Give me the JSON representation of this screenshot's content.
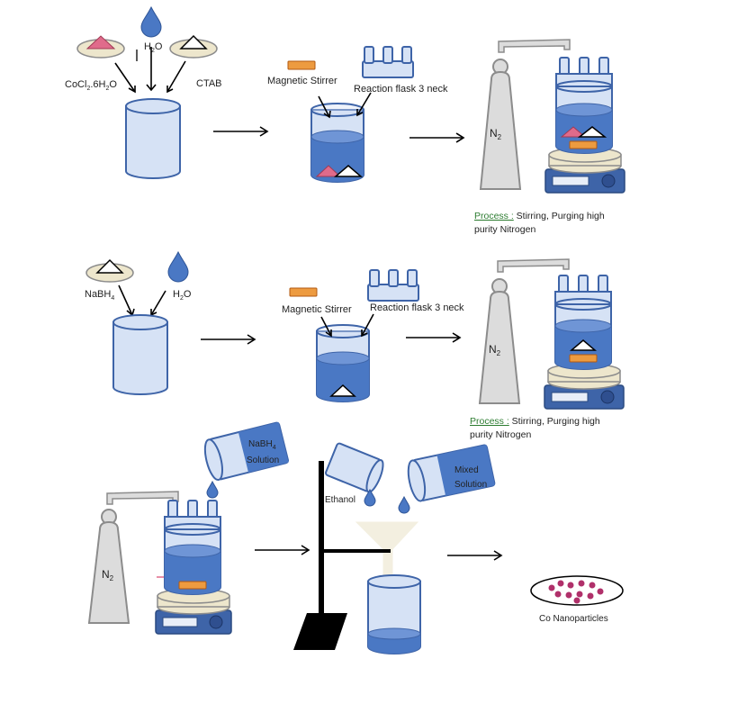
{
  "labels": {
    "h2o_1": "H",
    "h2o_1_sub": "2",
    "h2o_1_end": "O",
    "cocl2": "CoCl",
    "cocl2_sub": "2",
    "cocl2_end": ".6H",
    "cocl2_sub2": "2",
    "cocl2_end2": "O",
    "ctab": "CTAB",
    "magnetic_stirrer_1": "Magnetic Stirrer",
    "reaction_flask_1": "Reaction flask 3 neck",
    "n2_1": "N",
    "n2_1_sub": "2",
    "process_1_label": "Process :",
    "process_1_text": " Stirring, Purging high",
    "process_1_text2": "purity Nitrogen",
    "nabh4": "NaBH",
    "nabh4_sub": "4",
    "h2o_2": "H",
    "h2o_2_sub": "2",
    "h2o_2_end": "O",
    "magnetic_stirrer_2": "Magnetic Stirrer",
    "reaction_flask_2": "Reaction flask 3 neck",
    "n2_2": "N",
    "n2_2_sub": "2",
    "process_2_label": "Process :",
    "process_2_text": " Stirring, Purging high",
    "process_2_text2": "purity Nitrogen",
    "nabh4_solution_1": "NaBH",
    "nabh4_solution_sub": "4",
    "nabh4_solution_2": "Solution",
    "ethanol": "Ethanol",
    "mixed_1": "Mixed",
    "mixed_2": "Solution",
    "n2_3": "N",
    "n2_3_sub": "2",
    "co_nanoparticles": "Co Nanoparticles"
  },
  "colors": {
    "liquid": "#4a78c4",
    "glass": "#d6e2f5",
    "stir_bar": "#ed9b40",
    "precursor_pink": "#e06b8b",
    "nanoparticle": "#b0306a"
  }
}
